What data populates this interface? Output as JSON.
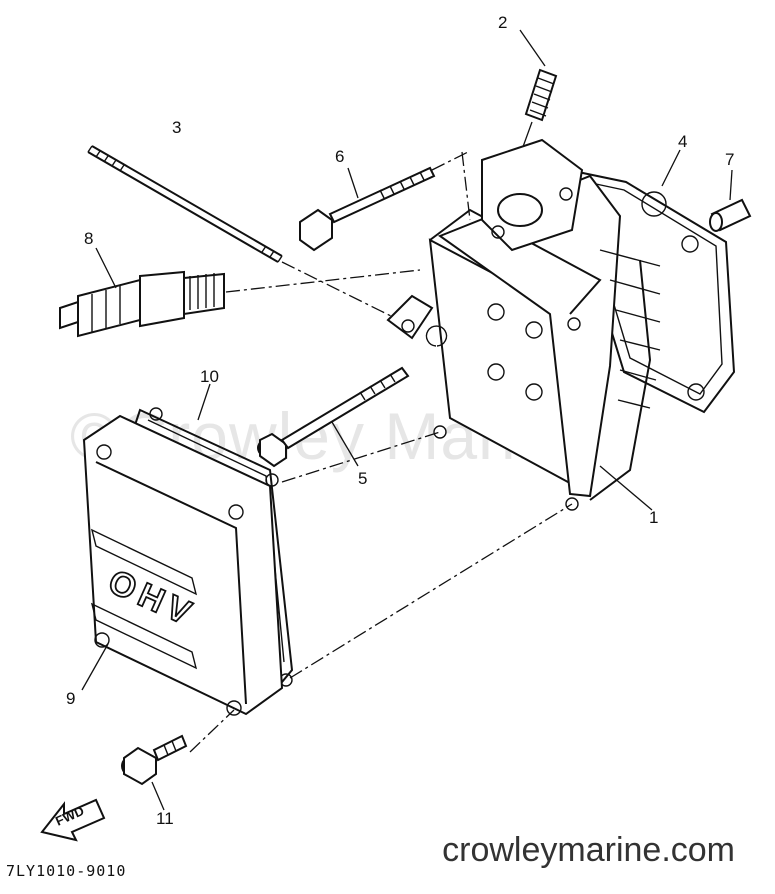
{
  "watermark": "©Crowley Marine",
  "site_url": "crowleymarine.com",
  "drawing_number": "7LY1010-9010",
  "fwd_label": "FWD",
  "cover_lettering": "OHV",
  "callouts": [
    {
      "id": "1",
      "text": "1"
    },
    {
      "id": "2",
      "text": "2"
    },
    {
      "id": "3",
      "text": "3"
    },
    {
      "id": "4",
      "text": "4"
    },
    {
      "id": "5",
      "text": "5"
    },
    {
      "id": "6",
      "text": "6"
    },
    {
      "id": "7",
      "text": "7"
    },
    {
      "id": "8",
      "text": "8"
    },
    {
      "id": "9",
      "text": "9"
    },
    {
      "id": "10",
      "text": "10"
    },
    {
      "id": "11",
      "text": "11"
    }
  ]
}
